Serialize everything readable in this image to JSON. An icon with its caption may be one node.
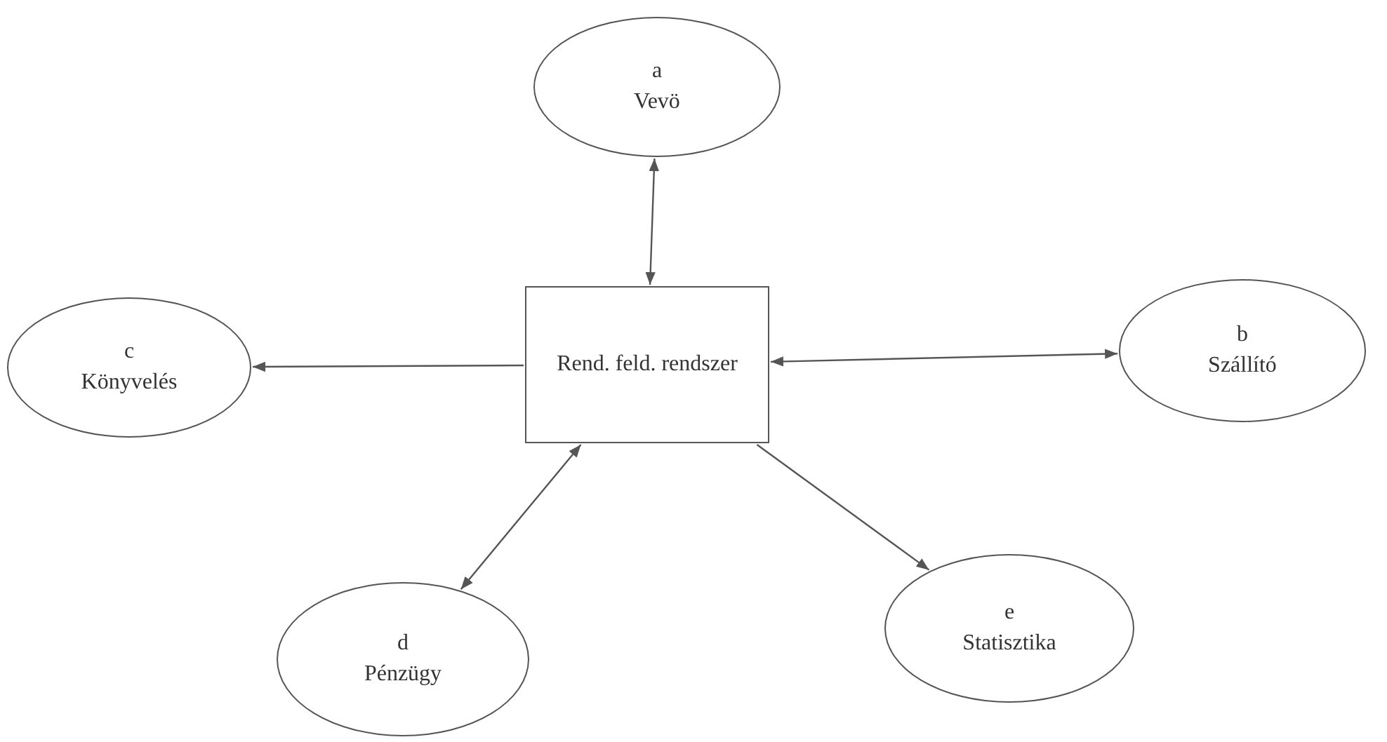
{
  "diagram": {
    "nodes": [
      {
        "text": [
          "a",
          "Vevö"
        ]
      },
      {
        "text": [
          "c",
          "Könyvelés"
        ]
      },
      {
        "text": [
          "Rend. feld. rendszer"
        ]
      },
      {
        "text": [
          "b",
          "Szállító"
        ]
      },
      {
        "text": [
          "e",
          "Statisztika"
        ]
      },
      {
        "text": [
          "d",
          "Pénzügy"
        ]
      }
    ],
    "edges": [
      {
        "from": 2,
        "to": 0,
        "arrow": "both"
      },
      {
        "from": 2,
        "to": 1,
        "arrow": "to"
      },
      {
        "from": 2,
        "to": 3,
        "arrow": "both"
      },
      {
        "from": 2,
        "to": 4,
        "arrow": "to"
      },
      {
        "from": 2,
        "to": 5,
        "arrow": "both"
      }
    ]
  }
}
